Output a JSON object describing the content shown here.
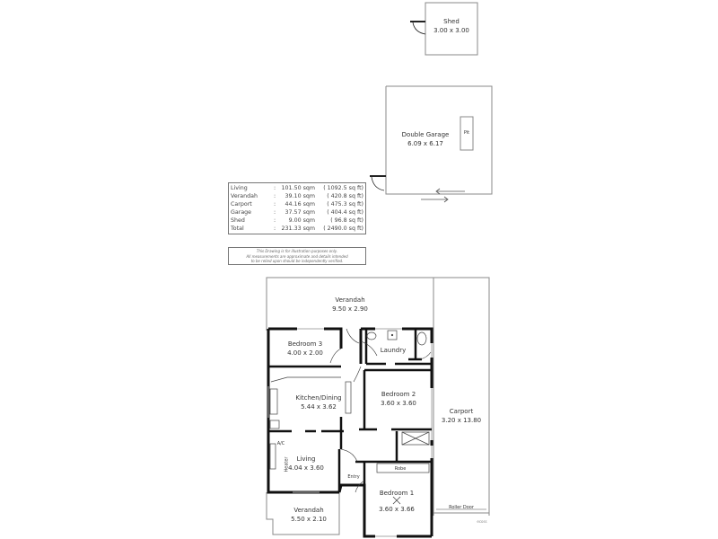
{
  "rooms": {
    "shed": {
      "name": "Shed",
      "dims": "3.00 x 3.00"
    },
    "garage": {
      "name": "Double  Garage",
      "dims": "6.09 x 6.17",
      "pit": "Pit"
    },
    "verandah_rear": {
      "name": "Verandah",
      "dims": "9.50 x 2.90"
    },
    "bedroom3": {
      "name": "Bedroom 3",
      "dims": "4.00 x 2.00"
    },
    "laundry": {
      "name": "Laundry"
    },
    "kitchen": {
      "name": "Kitchen/Dining",
      "dims": "5.44 x 3.62"
    },
    "bedroom2": {
      "name": "Bedroom 2",
      "dims": "3.60 x 3.60"
    },
    "carport": {
      "name": "Carport",
      "dims": "3.20 x 13.80",
      "door": "Roller Door"
    },
    "living": {
      "name": "Living",
      "dims": "4.04 x 3.60",
      "ac": "A/C",
      "heater": "Heater"
    },
    "entry": {
      "name": "Entry"
    },
    "robe": {
      "name": "Robe"
    },
    "bedroom1": {
      "name": "Bedroom 1",
      "dims": "3.60 x 3.66"
    },
    "verandah_front": {
      "name": "Verandah",
      "dims": "5.50 x 2.10"
    }
  },
  "areas": [
    {
      "name": "Living",
      "sqm": "101.50 sqm",
      "sqft": "( 1092.5 sq ft)"
    },
    {
      "name": "Verandah",
      "sqm": "39.10 sqm",
      "sqft": "( 420.8 sq ft)"
    },
    {
      "name": "Carport",
      "sqm": "44.16 sqm",
      "sqft": "( 475.3 sq ft)"
    },
    {
      "name": "Garage",
      "sqm": "37.57 sqm",
      "sqft": "( 404.4 sq ft)"
    },
    {
      "name": "Shed",
      "sqm": "9.00 sqm",
      "sqft": "( 96.8 sq ft)"
    },
    {
      "name": "Total",
      "sqm": "231.33 sqm",
      "sqft": "( 2490.0 sq ft)"
    }
  ],
  "disclaimer": {
    "line1": "This Drawing is for illustration purposes only.",
    "line2": "All measurements are approximate and details intended",
    "line3": "to be relied upon should be independently verified."
  },
  "watermark": "ecoss"
}
